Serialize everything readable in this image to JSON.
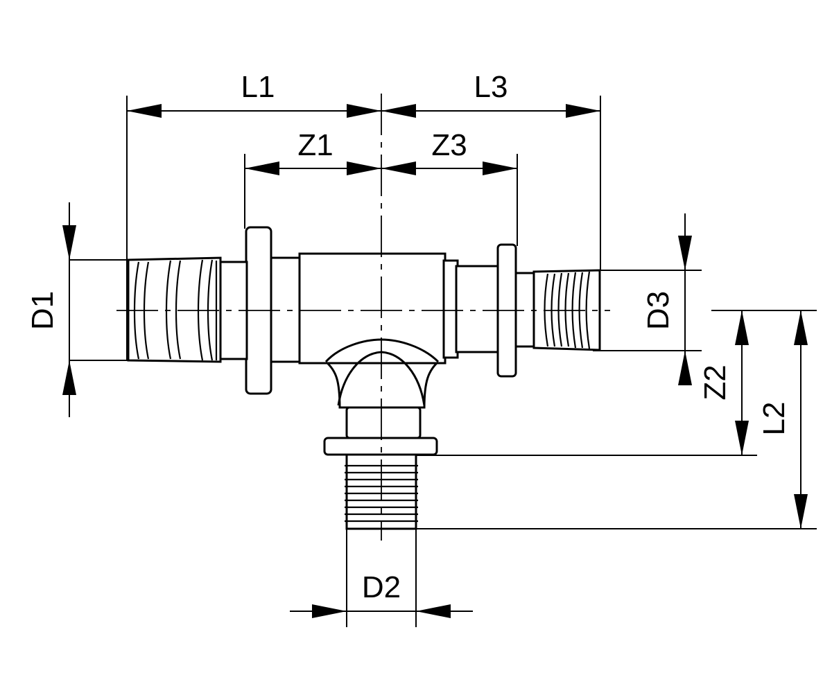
{
  "labels": {
    "l1": "L1",
    "l3": "L3",
    "z1": "Z1",
    "z3": "Z3",
    "d1": "D1",
    "d3": "D3",
    "d2": "D2",
    "z2": "Z2",
    "l2": "L2"
  },
  "colors": {
    "line": "#000000",
    "background": "#ffffff"
  }
}
